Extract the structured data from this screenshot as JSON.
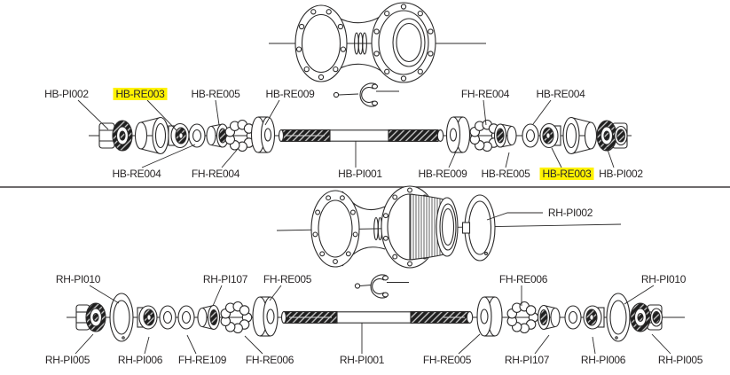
{
  "palette": {
    "background": "#ffffff",
    "line": "#2b2a2a",
    "text": "#292627",
    "highlight": "#fff200",
    "thread_fill": "#1f1f1f"
  },
  "front_hub": {
    "labels_top": [
      {
        "text": "HB-PI002",
        "highlighted": false
      },
      {
        "text": "HB-RE003",
        "highlighted": true
      },
      {
        "text": "HB-RE005",
        "highlighted": false
      },
      {
        "text": "HB-RE009",
        "highlighted": false
      },
      {
        "text": "FH-RE004",
        "highlighted": false
      },
      {
        "text": "HB-RE004",
        "highlighted": false
      }
    ],
    "labels_bottom": [
      {
        "text": "HB-RE004",
        "highlighted": false
      },
      {
        "text": "FH-RE004",
        "highlighted": false
      },
      {
        "text": "HB-PI001",
        "highlighted": false
      },
      {
        "text": "HB-RE009",
        "highlighted": false
      },
      {
        "text": "HB-RE005",
        "highlighted": false
      },
      {
        "text": "HB-RE003",
        "highlighted": true
      },
      {
        "text": "HB-PI002",
        "highlighted": false
      }
    ]
  },
  "rear_hub": {
    "labels_top": [
      {
        "text": "RH-PI010",
        "highlighted": false
      },
      {
        "text": "RH-PI107",
        "highlighted": false
      },
      {
        "text": "FH-RE005",
        "highlighted": false
      },
      {
        "text": "FH-RE006",
        "highlighted": false
      },
      {
        "text": "RH-PI010",
        "highlighted": false
      }
    ],
    "lockring_label": {
      "text": "RH-PI002",
      "highlighted": false
    },
    "labels_bottom": [
      {
        "text": "RH-PI005",
        "highlighted": false
      },
      {
        "text": "RH-PI006",
        "highlighted": false
      },
      {
        "text": "FH-RE109",
        "highlighted": false
      },
      {
        "text": "FH-RE006",
        "highlighted": false
      },
      {
        "text": "RH-PI001",
        "highlighted": false
      },
      {
        "text": "FH-RE005",
        "highlighted": false
      },
      {
        "text": "RH-PI107",
        "highlighted": false
      },
      {
        "text": "RH-PI006",
        "highlighted": false
      },
      {
        "text": "RH-PI005",
        "highlighted": false
      }
    ]
  },
  "icons": [
    {
      "name": "retainer-clip-icon",
      "section": "front"
    },
    {
      "name": "retainer-clip-icon",
      "section": "rear"
    }
  ]
}
